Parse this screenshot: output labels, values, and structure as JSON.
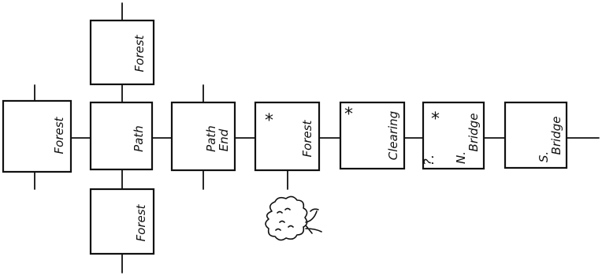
{
  "map": {
    "rooms": [
      {
        "id": "forest-north",
        "label": "Forest"
      },
      {
        "id": "forest-west",
        "label": "Forest"
      },
      {
        "id": "path",
        "label": "Path"
      },
      {
        "id": "path-end",
        "label_line1": "Path",
        "label_line2": "End"
      },
      {
        "id": "forest-east",
        "label": "Forest",
        "marker": "*"
      },
      {
        "id": "clearing",
        "label": "Clearing",
        "marker": "*"
      },
      {
        "id": "bridge-n",
        "label_prefix": "N.",
        "label": "Bridge",
        "marker": "*",
        "note": "?."
      },
      {
        "id": "bridge-s",
        "label_prefix": "S.",
        "label": "Bridge"
      },
      {
        "id": "forest-south",
        "label": "Forest"
      }
    ],
    "tree_icon": "tree-sketch-icon"
  }
}
